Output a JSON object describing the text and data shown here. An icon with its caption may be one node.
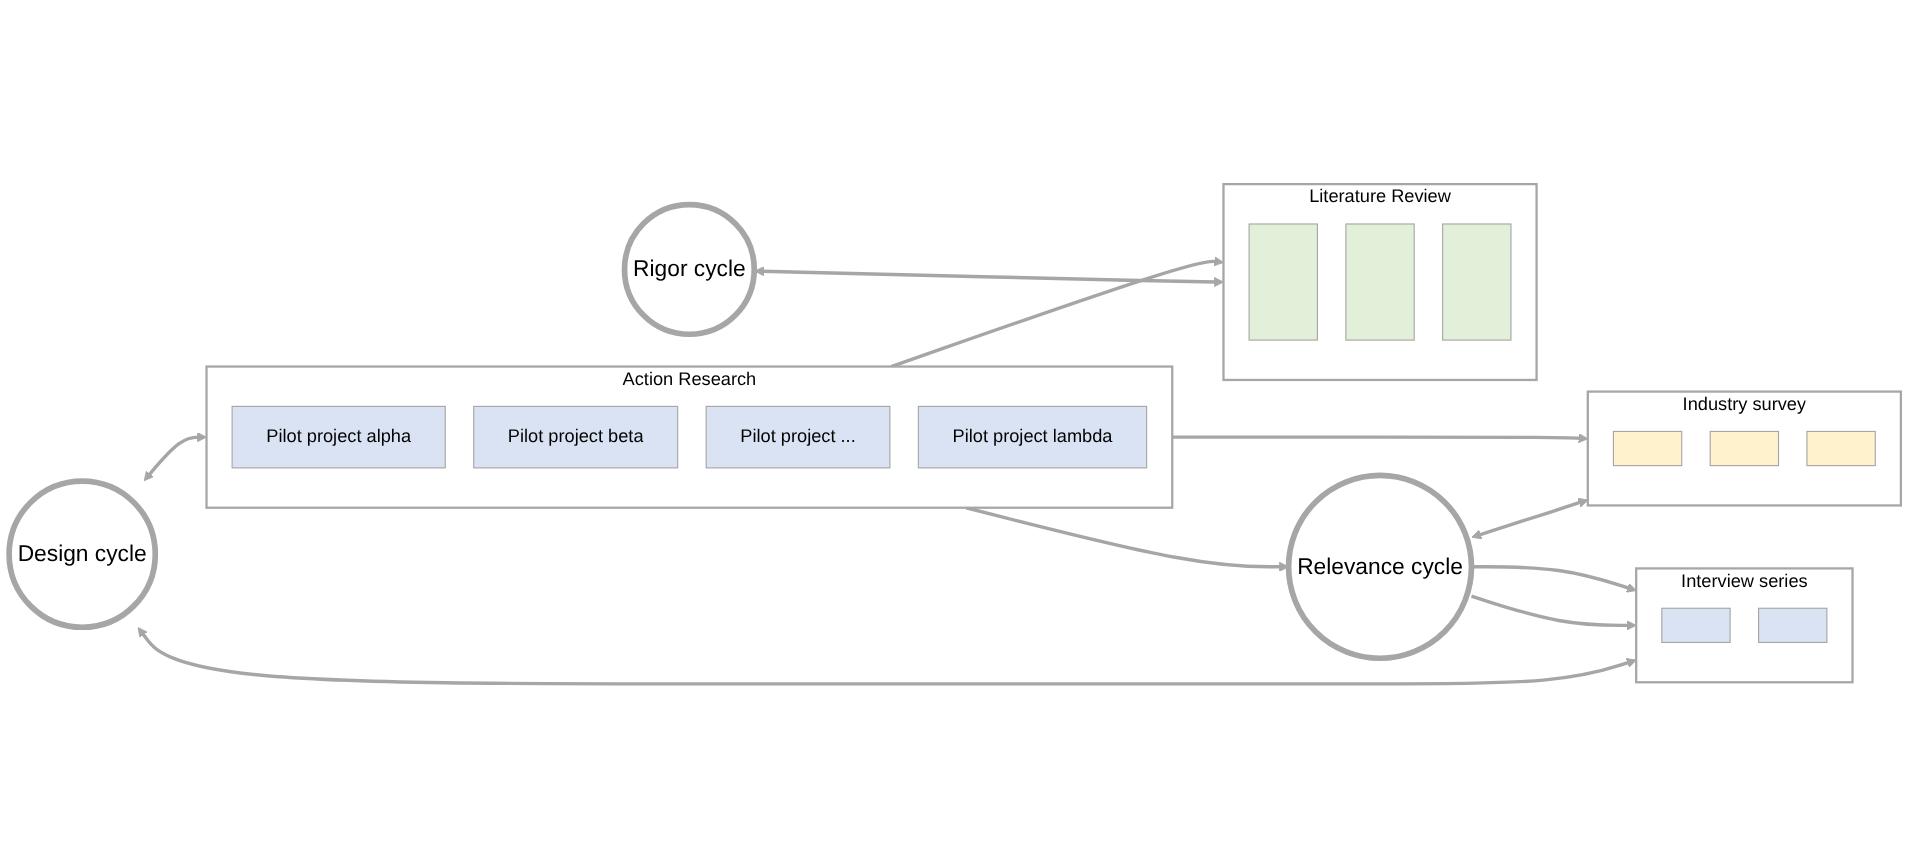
{
  "diagram": {
    "nodes": [
      {
        "text": [
          "Industry survey"
        ]
      },
      {
        "text": [],
        "shape": "box",
        "in": 0
      },
      {
        "text": [],
        "shape": "box",
        "in": 0
      },
      {
        "text": [],
        "shape": "box",
        "in": 0
      },
      {
        "text": [
          "Action Research"
        ]
      },
      {
        "text": [
          "Pilot project alpha"
        ],
        "in": 4
      },
      {
        "text": [
          "Pilot project beta"
        ],
        "in": 4
      },
      {
        "text": [
          "Pilot project ..."
        ],
        "in": 4
      },
      {
        "text": [
          "Pilot project lambda"
        ],
        "in": 4
      },
      {
        "text": [
          "Relevance cycle"
        ]
      },
      {
        "text": [
          "Design cycle"
        ]
      },
      {
        "text": [
          "Rigor cycle"
        ]
      },
      {
        "text": [
          "Interview series"
        ]
      },
      {
        "text": [],
        "shape": "box",
        "in": 12
      },
      {
        "text": [],
        "shape": "box",
        "in": 12
      },
      {
        "text": [
          "Literature Review"
        ]
      },
      {
        "text": [],
        "shape": "bar",
        "in": 15
      },
      {
        "text": [],
        "shape": "bar",
        "in": 15
      },
      {
        "text": [],
        "shape": "bar",
        "in": 15
      }
    ],
    "edges": [
      {
        "from": 4,
        "to": 0,
        "arrow": "to"
      },
      {
        "from": 4,
        "to": 15,
        "arrow": "to"
      },
      {
        "from": 9,
        "to": 0,
        "arrow": "both"
      },
      {
        "from": 4,
        "to": 9,
        "arrow": "to"
      },
      {
        "from": 9,
        "to": 12,
        "arrow": "to"
      },
      {
        "from": 9,
        "to": 12,
        "arrow": "to"
      },
      {
        "from": 10,
        "to": 4,
        "arrow": "both"
      },
      {
        "from": 10,
        "to": 12,
        "arrow": "both"
      },
      {
        "from": 11,
        "to": 15,
        "arrow": "both"
      }
    ]
  }
}
